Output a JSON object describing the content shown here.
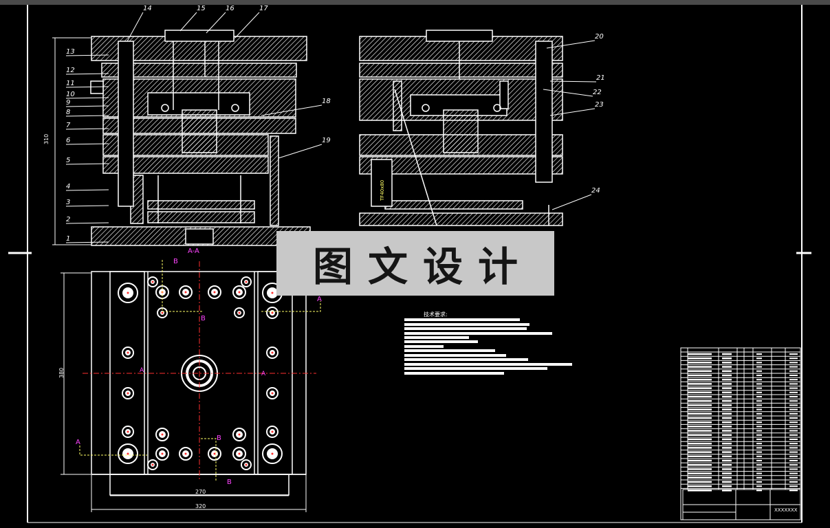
{
  "callouts_section1": [
    "1",
    "2",
    "3",
    "4",
    "5",
    "6",
    "7",
    "8",
    "9",
    "10",
    "11",
    "12",
    "13"
  ],
  "callouts_top": [
    "14",
    "15",
    "16",
    "17"
  ],
  "callouts_right1": [
    "18",
    "19"
  ],
  "callouts_section2": [
    "20",
    "21",
    "22",
    "23",
    "24"
  ],
  "section_label_aa": "A-A",
  "dim_height_section": "310",
  "dim_height_plan": "380",
  "dim_inner_width": "270",
  "dim_outer_width": "320",
  "mark_a": "A",
  "mark_b": "B",
  "spring_label": "TF40x80",
  "tech_title": "技术要求:",
  "title_block_name": "XXXXXXX",
  "watermark": "图文设计",
  "colors": {
    "line": "#ffffff",
    "mark": "#ff44ff",
    "centerline": "#ff3030",
    "leader": "#ffff66"
  }
}
